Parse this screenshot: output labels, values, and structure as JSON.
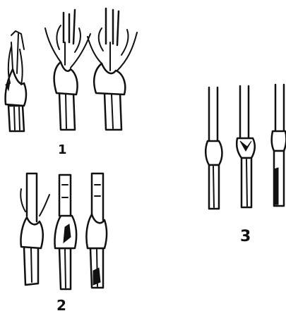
{
  "figure": {
    "groups": [
      {
        "label": "1",
        "stages": 3
      },
      {
        "label": "2",
        "stages": 3
      },
      {
        "label": "3",
        "stages": 3
      }
    ]
  }
}
